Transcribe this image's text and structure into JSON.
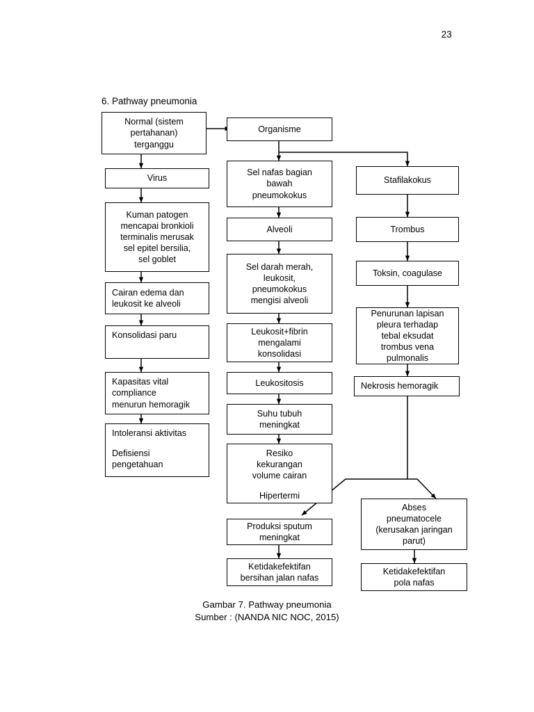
{
  "page": {
    "number": "23",
    "section_heading": "6. Pathway pneumonia"
  },
  "caption": {
    "line1": "Gambar 7. Pathway pneumonia",
    "line2": "Sumber : (NANDA NIC NOC, 2015)"
  },
  "chart_data": {
    "type": "diagram",
    "title": "Pathway pneumonia",
    "subtitle": "Sumber : (NANDA NIC NOC, 2015)",
    "nodes": [
      {
        "id": "normal",
        "label": "Normal (sistem\npertahanan)\nterganggu"
      },
      {
        "id": "organisme",
        "label": "Organisme"
      },
      {
        "id": "virus",
        "label": "Virus"
      },
      {
        "id": "selnafas",
        "label": "Sel nafas bagian\nbawah\npneumokokus"
      },
      {
        "id": "stafilakokus",
        "label": "Stafilakokus"
      },
      {
        "id": "kuman",
        "label": "Kuman patogen\nmencapai bronkioli\nterminalis merusak\nsel epitel bersilia,\nsel goblet"
      },
      {
        "id": "alveoli",
        "label": "Alveoli"
      },
      {
        "id": "trombus",
        "label": "Trombus"
      },
      {
        "id": "cairanedema",
        "label": "Cairan edema dan\nleukosit ke alveoli"
      },
      {
        "id": "seldarah",
        "label": "Sel darah merah,\nleukosit,\npneumokokus\nmengisi alveoli"
      },
      {
        "id": "toksin",
        "label": "Toksin, coagulase"
      },
      {
        "id": "konsolidasi",
        "label": "Konsolidasi paru"
      },
      {
        "id": "leukositfibrin",
        "label": "Leukosit+fibrin\nmengalami\nkonsolidasi"
      },
      {
        "id": "penurunan",
        "label": "Penurunan lapisan\npleura terhadap\ntebal eksudat\ntrombus vena\npulmonalis"
      },
      {
        "id": "kapasitas",
        "label": "Kapasitas vital\ncompliance\nmenurun hemoragik"
      },
      {
        "id": "leukositosis",
        "label": "Leukositosis"
      },
      {
        "id": "nekrosis",
        "label": "Nekrosis hemoragik"
      },
      {
        "id": "intoleransi_a",
        "label": "Intoleransi aktivitas"
      },
      {
        "id": "intoleransi_b",
        "label": "Defisiensi\npengetahuan"
      },
      {
        "id": "suhutubuh",
        "label": "Suhu tubuh\nmeningkat"
      },
      {
        "id": "resiko_a",
        "label": "Resiko\nkekurangan\nvolume cairan"
      },
      {
        "id": "resiko_b",
        "label": "Hipertermi"
      },
      {
        "id": "abses",
        "label": "Abses\npneumatocele\n(kerusakan jaringan\nparut)"
      },
      {
        "id": "produksi",
        "label": "Produksi sputum\nmeningkat"
      },
      {
        "id": "ketidak_jalan",
        "label": "Ketidakefektifan\nbersihan jalan nafas"
      },
      {
        "id": "ketidak_pola",
        "label": "Ketidakefektifan\npola nafas"
      }
    ],
    "edges": [
      {
        "from": "normal",
        "to": "organisme",
        "style": "elbow-right"
      },
      {
        "from": "normal",
        "to": "virus",
        "style": "straight-down"
      },
      {
        "from": "organisme",
        "to": "selnafas",
        "style": "straight-down"
      },
      {
        "from": "organisme",
        "to": "stafilakokus",
        "style": "elbow-right"
      },
      {
        "from": "virus",
        "to": "kuman",
        "style": "straight-down"
      },
      {
        "from": "selnafas",
        "to": "alveoli",
        "style": "straight-down"
      },
      {
        "from": "stafilakokus",
        "to": "trombus",
        "style": "straight-down"
      },
      {
        "from": "kuman",
        "to": "cairanedema",
        "style": "straight-down"
      },
      {
        "from": "alveoli",
        "to": "seldarah",
        "style": "straight-down"
      },
      {
        "from": "trombus",
        "to": "toksin",
        "style": "straight-down"
      },
      {
        "from": "cairanedema",
        "to": "konsolidasi",
        "style": "straight-down"
      },
      {
        "from": "seldarah",
        "to": "leukositfibrin",
        "style": "straight-down"
      },
      {
        "from": "toksin",
        "to": "penurunan",
        "style": "straight-down"
      },
      {
        "from": "konsolidasi",
        "to": "kapasitas",
        "style": "straight-down"
      },
      {
        "from": "leukositfibrin",
        "to": "leukositosis",
        "style": "straight-down"
      },
      {
        "from": "penurunan",
        "to": "nekrosis",
        "style": "straight-down"
      },
      {
        "from": "kapasitas",
        "to": "intoleransi_a",
        "style": "straight-down"
      },
      {
        "from": "leukositosis",
        "to": "suhutubuh",
        "style": "straight-down"
      },
      {
        "from": "suhutubuh",
        "to": "resiko_a",
        "style": "straight-down"
      },
      {
        "from": "nekrosis",
        "to": "produksi",
        "style": "split-diagonal-left"
      },
      {
        "from": "nekrosis",
        "to": "abses",
        "style": "split-diagonal-right"
      },
      {
        "from": "produksi",
        "to": "ketidak_jalan",
        "style": "straight-down"
      },
      {
        "from": "abses",
        "to": "ketidak_pola",
        "style": "straight-down"
      }
    ]
  }
}
